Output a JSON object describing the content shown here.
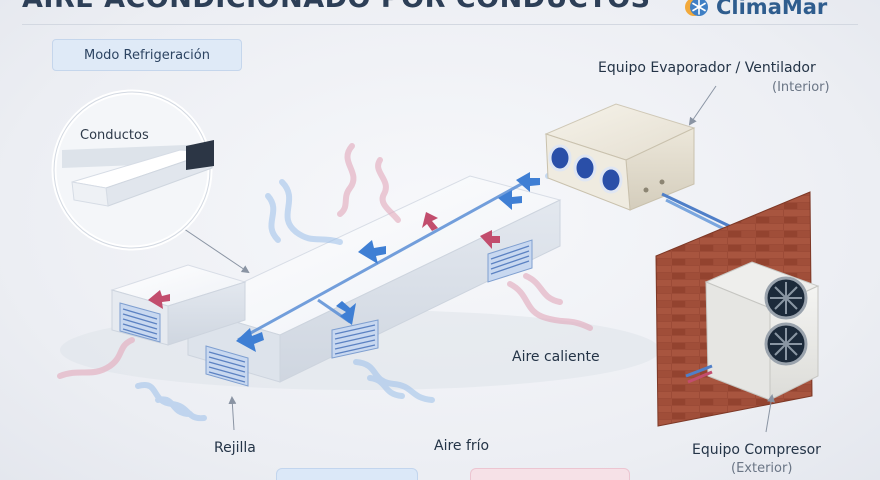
{
  "header": {
    "title": "AIRE ACONDICIONADO POR CONDUCTOS",
    "logo_text": "ClimaMar"
  },
  "mode_badge": "Modo Refrigeración",
  "labels": {
    "ducts": "Conductos",
    "evaporator_title": "Equipo Evaporador / Ventilador",
    "evaporator_sub": "(Interior)",
    "hot_air": "Aire caliente",
    "cold_air": "Aire frío",
    "grille": "Rejilla",
    "compressor_title": "Equipo Compresor",
    "compressor_sub": "(Exterior)"
  },
  "colors": {
    "cold_air": "#5b8fd6",
    "hot_air": "#c86a86",
    "brick": "#9a4a36",
    "accent": "#2f5d8e"
  },
  "icons": [
    "snowflake-sun-logo-icon",
    "fan-icon",
    "grille-icon",
    "arrow-icon"
  ]
}
